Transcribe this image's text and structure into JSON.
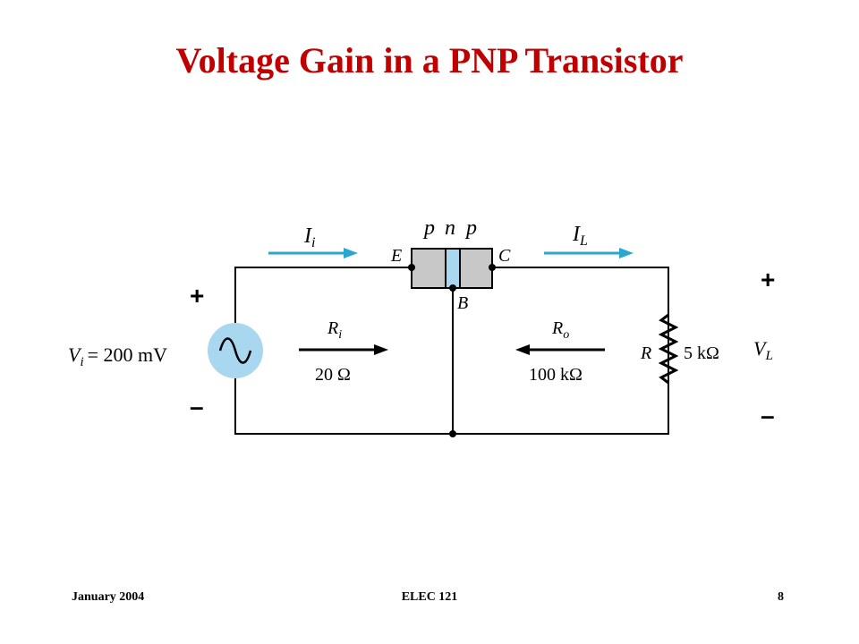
{
  "title": "Voltage Gain in a PNP Transistor",
  "footer": {
    "date": "January 2004",
    "course": "ELEC 121",
    "page": "8"
  },
  "circuit": {
    "source_label": "V",
    "source_sub": "i",
    "source_value": "= 200  mV",
    "input_plus": "+",
    "input_minus": "–",
    "input_current": "I",
    "input_current_sub": "i",
    "output_current": "I",
    "output_current_sub": "L",
    "transistor_regions": [
      "p",
      "n",
      "p"
    ],
    "emitter": "E",
    "collector": "C",
    "base": "B",
    "ri_label": "R",
    "ri_sub": "i",
    "ri_value": "20 Ω",
    "ro_label": "R",
    "ro_sub": "o",
    "ro_value": "100 kΩ",
    "load_label": "R",
    "load_value": "5 kΩ",
    "output_plus": "+",
    "output_minus": "–",
    "output_voltage": "V",
    "output_voltage_sub": "L"
  },
  "colors": {
    "title": "#c00000",
    "arrow_accent": "#2aa7cf",
    "source_fill": "#a9d7ef",
    "transistor_fill": "#c8c8c8",
    "n_region": "#a9d7ef"
  }
}
